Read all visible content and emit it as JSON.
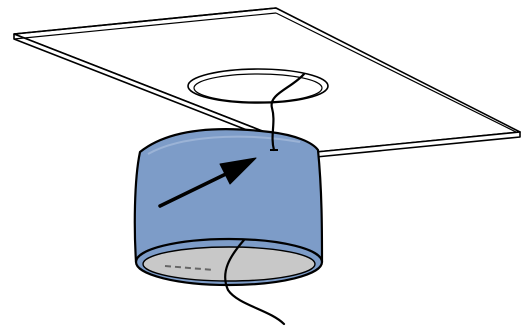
{
  "diagram": {
    "colors": {
      "background": "#ffffff",
      "outline": "#000000",
      "panel_fill": "#ffffff",
      "canister_fill": "#7d9cc8",
      "canister_highlight": "#9bb3d6",
      "opening_fill": "#c8c8c8",
      "cable": "#000000",
      "dashed_line": "#666666"
    },
    "components": {
      "ceiling_panel": "ceiling-panel",
      "ceiling_hole": "ceiling-cutout",
      "canister": "light-housing",
      "cable": "power-cable",
      "arrow": "direction-arrow"
    }
  }
}
